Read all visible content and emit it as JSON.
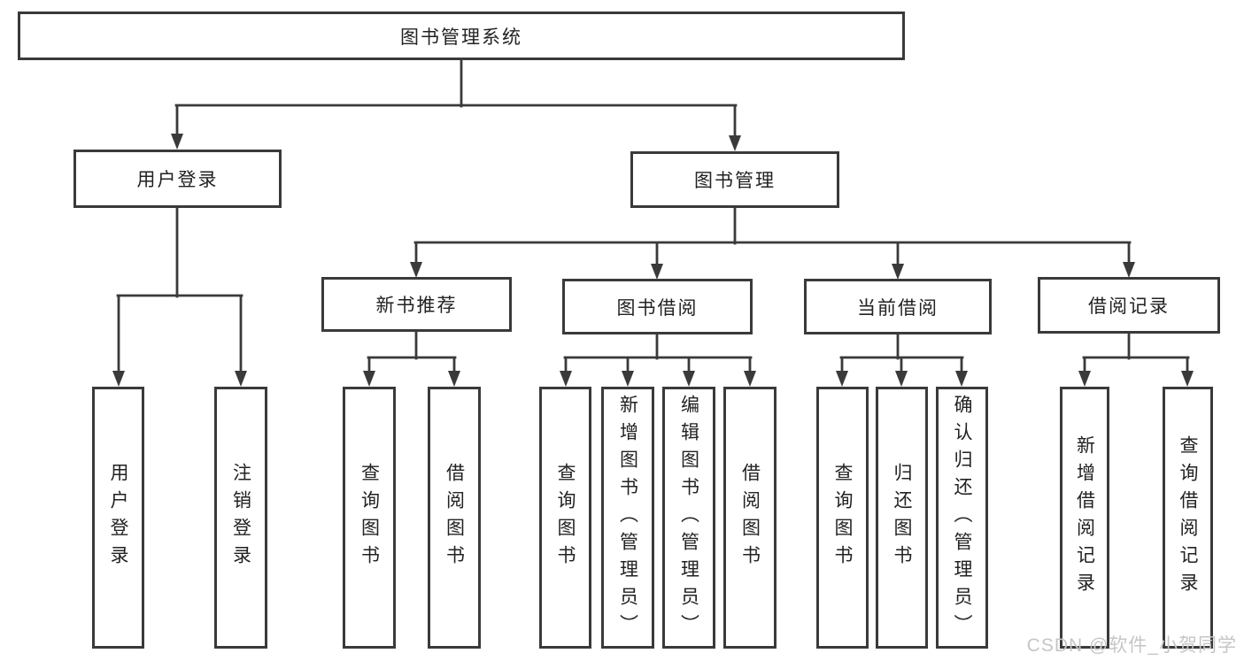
{
  "diagram": {
    "type": "hierarchy-chart",
    "background": "#ffffff",
    "line_color": "#3a3a3a",
    "text_color": "#222222",
    "watermark_color": "#c6c6c6"
  },
  "nodes": {
    "root": {
      "label": "图书管理系统"
    },
    "level2": [
      {
        "label": "用户登录"
      },
      {
        "label": "图书管理"
      }
    ],
    "level3": [
      {
        "label": "新书推荐",
        "parent": "图书管理"
      },
      {
        "label": "图书借阅",
        "parent": "图书管理"
      },
      {
        "label": "当前借阅",
        "parent": "图书管理"
      },
      {
        "label": "借阅记录",
        "parent": "图书管理"
      }
    ],
    "leaves": [
      {
        "label": "用户登录",
        "parent": "用户登录"
      },
      {
        "label": "注销登录",
        "parent": "用户登录"
      },
      {
        "label": "查询图书",
        "parent": "新书推荐"
      },
      {
        "label": "借阅图书",
        "parent": "新书推荐"
      },
      {
        "label": "查询图书",
        "parent": "图书借阅"
      },
      {
        "label": "新增图书（管理员）",
        "parent": "图书借阅"
      },
      {
        "label": "编辑图书（管理员）",
        "parent": "图书借阅"
      },
      {
        "label": "借阅图书",
        "parent": "图书借阅"
      },
      {
        "label": "查询图书",
        "parent": "当前借阅"
      },
      {
        "label": "归还图书",
        "parent": "当前借阅"
      },
      {
        "label": "确认归还（管理员）",
        "parent": "当前借阅"
      },
      {
        "label": "新增借阅记录",
        "parent": "借阅记录"
      },
      {
        "label": "查询借阅记录",
        "parent": "借阅记录"
      }
    ]
  },
  "watermark": "CSDN @软件_小贺同学"
}
